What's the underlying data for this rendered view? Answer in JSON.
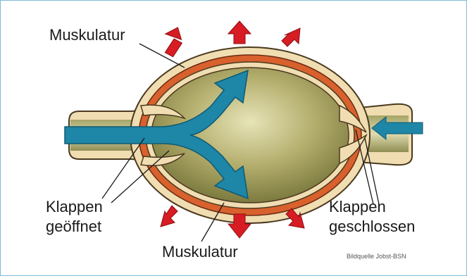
{
  "labels": {
    "muscle_top": "Muskulatur",
    "muscle_bottom": "Muskulatur",
    "valves_open_line1": "Klappen",
    "valves_open_line2": "geöffnet",
    "valves_closed_line1": "Klappen",
    "valves_closed_line2": "geschlossen",
    "credit": "Bildquelle Jobst-BSN"
  },
  "colors": {
    "border": "#7fb8d8",
    "vein_wall": "#f1ddb2",
    "muscle": "#d8612e",
    "interior": "#b7b275",
    "flow_arrow": "#1e86a6",
    "pressure_arrow": "#d81c24"
  },
  "icons": {
    "pressure": "red-outward-arrow",
    "flow": "blue-flow-arrow"
  }
}
